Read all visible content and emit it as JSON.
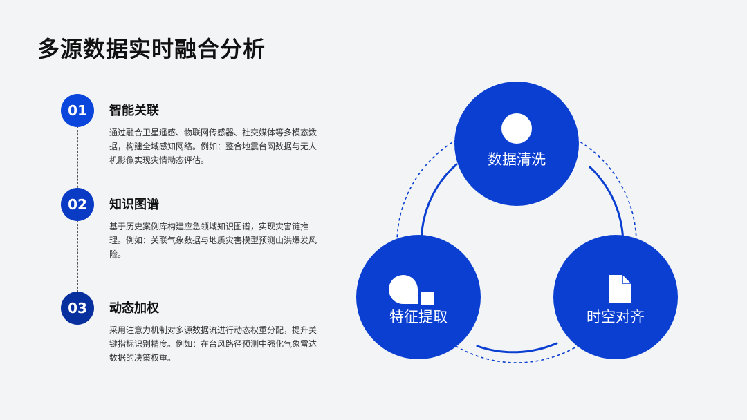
{
  "title": "多源数据实时融合分析",
  "colors": {
    "background": "#f3f4f6",
    "primary_blue": "#0a3fd1",
    "step1": "#0a46dc",
    "step2": "#0a3bc4",
    "step3": "#072f9e",
    "white": "#ffffff"
  },
  "steps": [
    {
      "number": "01",
      "title": "智能关联",
      "description": "通过融合卫星遥感、物联网传感器、社交媒体等多模态数据，构建全域感知网络。例如：整合地震台网数据与无人机影像实现灾情动态评估。"
    },
    {
      "number": "02",
      "title": "知识图谱",
      "description": "基于历史案例库构建应急领域知识图谱，实现灾害链推理。例如：关联气象数据与地质灾害模型预测山洪爆发风险。"
    },
    {
      "number": "03",
      "title": "动态加权",
      "description": "采用注意力机制对多源数据流进行动态权重分配，提升关键指标识别精度。例如：在台风路径预测中强化气象雷达数据的决策权重。"
    }
  ],
  "cycle": {
    "nodes": [
      {
        "label": "数据清洗",
        "icon": "circle-icon"
      },
      {
        "label": "时空对齐",
        "icon": "document-icon"
      },
      {
        "label": "特征提取",
        "icon": "pie-chart-icon"
      }
    ]
  }
}
